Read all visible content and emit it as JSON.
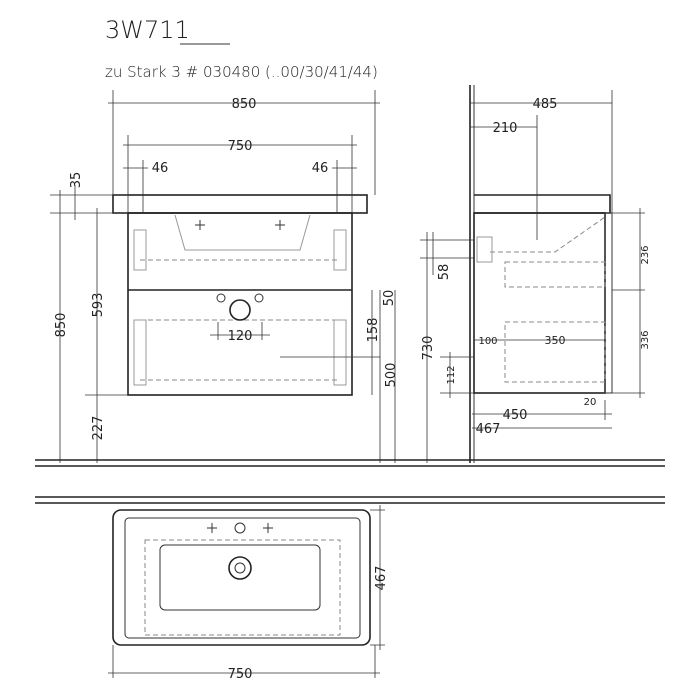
{
  "title": "3W711",
  "subtitle": "zu Stark 3 # 030480  (..00/30/41/44)",
  "front_view": {
    "width_total": "850",
    "width_inner": "750",
    "offset_left": "46",
    "offset_right": "46",
    "top_thickness": "35",
    "height_total": "850",
    "height_cabinet": "593",
    "height_floor": "227",
    "drain_offset": "50",
    "drain_depth": "158",
    "drain_height": "500",
    "drain_spacing": "120"
  },
  "side_view": {
    "depth_total": "485",
    "tap_offset": "210",
    "top_gap": "58",
    "height": "730",
    "bottom": "112",
    "rail_start": "100",
    "rail_length": "350",
    "drawer_top": "236",
    "drawer_bottom": "336",
    "front_thickness": "20",
    "depth_body": "450",
    "depth_with_front": "467"
  },
  "top_view": {
    "depth": "467",
    "width": "750"
  }
}
